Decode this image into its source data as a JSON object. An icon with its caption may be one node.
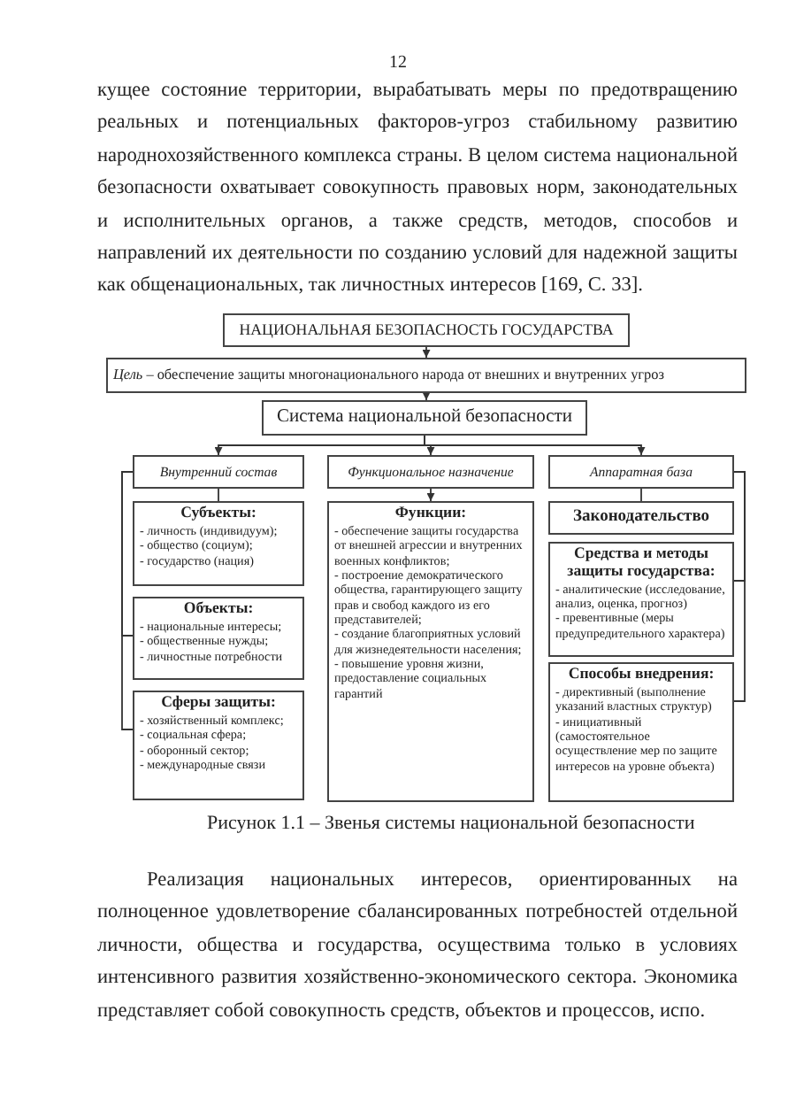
{
  "diagram": {
    "caption": "Рисунок 1.1 – Звенья системы национальной безопасности",
    "nodes": [
      {
        "text": [
          "НАЦИОНАЛЬНАЯ БЕЗОПАСНОСТЬ ГОСУДАРСТВА"
        ]
      },
      {
        "text": [
          "*Цель* – обеспечение защиты многонационального народа от внешних и внутренних угроз"
        ]
      },
      {
        "text": [
          "Система национальной безопасности"
        ]
      },
      {
        "text": [
          "Внутренний состав"
        ]
      },
      {
        "text": [
          "Функциональное назначение"
        ]
      },
      {
        "text": [
          "Аппаратная база"
        ]
      },
      {
        "text": [
          "Субъекты:",
          "- личность (индивидуум);",
          "- общество (социум);",
          "- государство (нация)"
        ]
      },
      {
        "text": [
          "Объекты:",
          "- национальные интересы;",
          "- общественные нужды;",
          "- личностные потребности"
        ]
      },
      {
        "text": [
          "Сферы защиты:",
          "- хозяйственный комплекс;",
          "- социальная сфера;",
          "- оборонный сектор;",
          "- международные связи"
        ]
      },
      {
        "text": [
          "Функции:",
          "- обеспечение защиты государства от внешней агрессии и внутренних военных конфликтов;",
          "- построение демократического общества, гарантирующего защиту прав и свобод каждого из его представителей;",
          "- создание благоприятных условий для жизнедеятельности населения;",
          "- повышение уровня жизни, предоставление социальных гарантий"
        ]
      },
      {
        "text": [
          "Законодательство"
        ]
      },
      {
        "text": [
          "Средства и методы защиты государства:",
          "- аналитические (исследование, анализ, оценка, прогноз)",
          "- превентивные (меры предупредительного характера)"
        ]
      },
      {
        "text": [
          "Способы внедрения:",
          "- директивный (выполнение указаний властных структур)",
          "- инициативный (самостоятельное осуществление мер по защите интересов на уровне объекта)"
        ]
      }
    ],
    "edges": [
      {
        "from": 0,
        "to": 1,
        "arrow": "to"
      },
      {
        "from": 1,
        "to": 2,
        "arrow": "to"
      },
      {
        "from": 2,
        "to": 3,
        "arrow": "to"
      },
      {
        "from": 2,
        "to": 4,
        "arrow": "to"
      },
      {
        "from": 2,
        "to": 5,
        "arrow": "to"
      },
      {
        "from": 4,
        "to": 9,
        "arrow": "to"
      },
      {
        "from": 3,
        "to": 6,
        "arrow": "none"
      },
      {
        "from": 3,
        "to": 7,
        "arrow": "none"
      },
      {
        "from": 3,
        "to": 8,
        "arrow": "none"
      },
      {
        "from": 5,
        "to": 10,
        "arrow": "none"
      },
      {
        "from": 5,
        "to": 11,
        "arrow": "none"
      },
      {
        "from": 5,
        "to": 12,
        "arrow": "none"
      }
    ],
    "labels": [
      "12",
      "кущее состояние территории, вырабатывать меры по предотвращению реальных и потенциальных факторов-угроз стабильному развитию народнохозяйственного комплекса страны. В целом система национальной безопасности охватывает совокупность правовых норм, законодательных и исполнительных органов, а также средств, методов, способов и направлений их деятельности по созданию условий для надежной защиты как общенациональных, так личностных интересов [169, С. 33].",
      "Реализация национальных интересов, ориентированных на полноценное удовлетворение сбалансированных потребностей отдельной личности, общества и государства, осуществима только в условиях интенсивного развития хозяйственно-экономического сектора. Экономика представляет собой совокупность средств, объектов и процессов, испо."
    ]
  }
}
